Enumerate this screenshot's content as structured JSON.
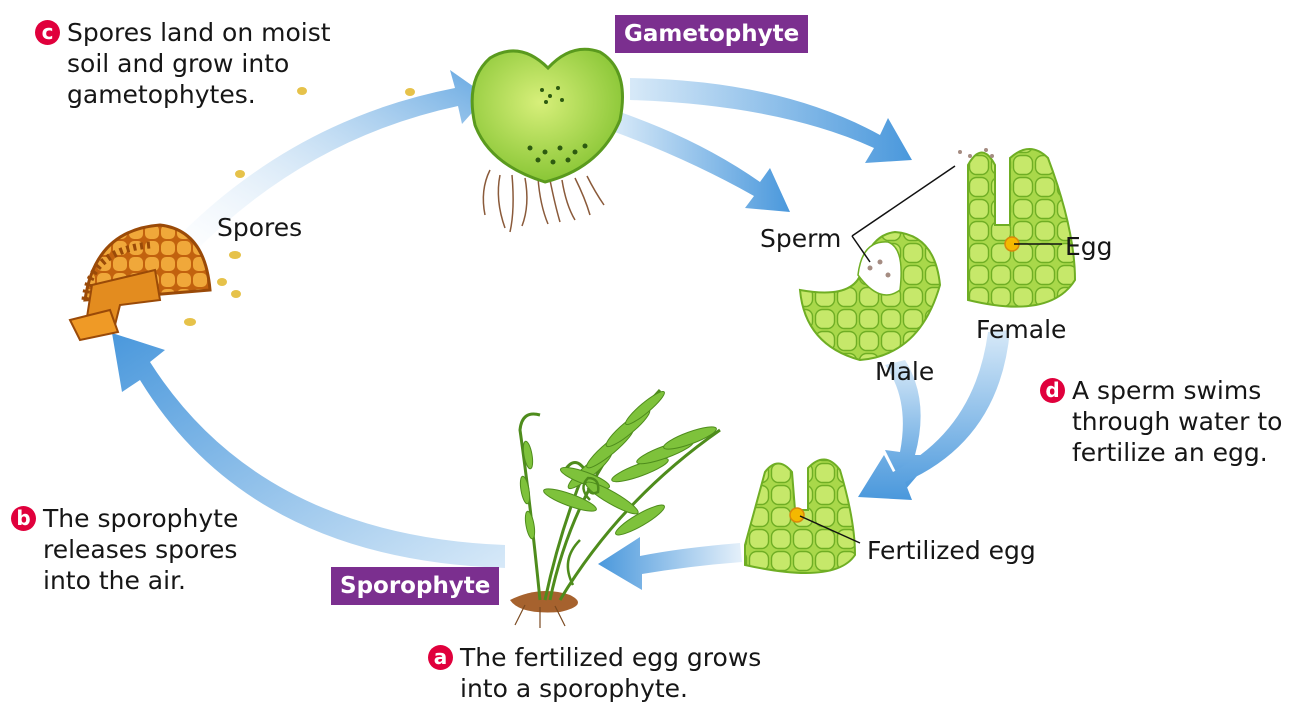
{
  "labels": {
    "gametophyte": "Gametophyte",
    "sporophyte": "Sporophyte",
    "spores": "Spores",
    "sperm": "Sperm",
    "egg": "Egg",
    "female": "Female",
    "male": "Male",
    "fertilized_egg": "Fertilized egg"
  },
  "steps": {
    "a": {
      "letter": "a",
      "lines": [
        "The fertilized egg grows",
        "into a sporophyte."
      ]
    },
    "b": {
      "letter": "b",
      "lines": [
        "The sporophyte",
        "releases spores",
        "into the air."
      ]
    },
    "c": {
      "letter": "c",
      "lines": [
        "Spores land on moist",
        "soil and grow into",
        "gametophytes."
      ]
    },
    "d": {
      "letter": "d",
      "lines": [
        "A sperm swims",
        "through water to",
        "fertilize an egg."
      ]
    }
  },
  "colors": {
    "arrow": "#5aa3e0",
    "stage_label_bg": "#7b2f8f",
    "badge": "#e0003c",
    "plant_green": "#8cc63f",
    "spore_orange": "#e08a1e"
  }
}
